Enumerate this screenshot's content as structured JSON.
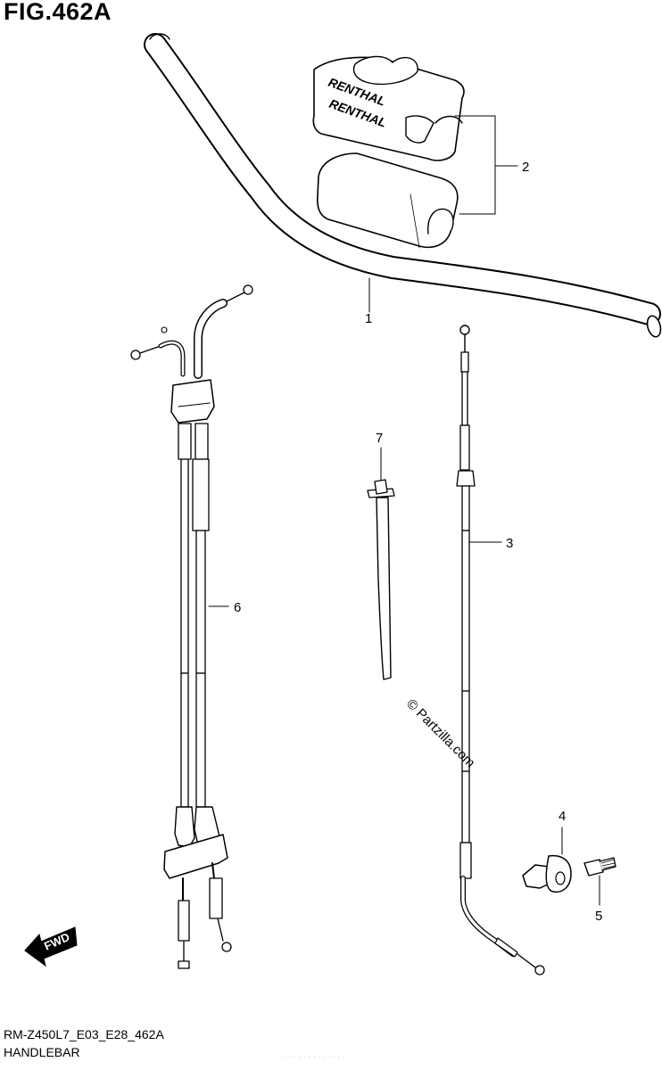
{
  "figure": {
    "title": "FIG.462A"
  },
  "brand_text": "RENTHAL",
  "callouts": [
    {
      "ref": "1"
    },
    {
      "ref": "2"
    },
    {
      "ref": "3"
    },
    {
      "ref": "4"
    },
    {
      "ref": "5"
    },
    {
      "ref": "6"
    },
    {
      "ref": "7"
    }
  ],
  "watermark": "© Partzilla.com",
  "direction_badge": "FWD",
  "footer": {
    "code": "RM-Z450L7_E03_E28_462A",
    "caption": "HANDLEBAR",
    "note": "· · · · · · · · · · · · ·"
  },
  "colors": {
    "line": "#000000",
    "background": "#ffffff"
  },
  "icons": {
    "direction": "fwd-arrow-icon"
  }
}
